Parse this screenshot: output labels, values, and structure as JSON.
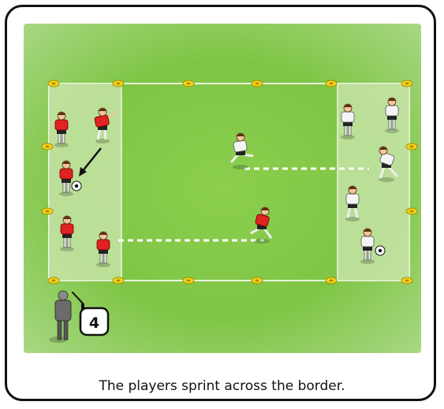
{
  "caption": "The players sprint across the border.",
  "coach_number": "4",
  "colors": {
    "field": "#7fc545",
    "zone": "#cde7b2",
    "cone": "#f4d21a",
    "red_team": "#e02222",
    "white_team": "#f4f4f4",
    "run_line": "#ffffff",
    "frame": "#111111"
  },
  "teams": {
    "red": {
      "count": 6
    },
    "white": {
      "count": 6
    }
  },
  "icons": [
    "cone-icon",
    "ball-icon",
    "player-icon",
    "coach-icon"
  ]
}
